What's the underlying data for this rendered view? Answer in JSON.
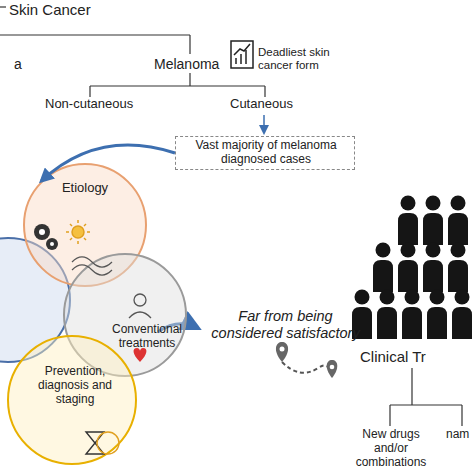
{
  "diagram": {
    "nodes": [
      {
        "text": [
          "Vast majority of melanoma diagnosed cases"
        ]
      },
      {
        "text": [
          "Etiology"
        ]
      },
      {
        "text": [
          "Conventional treatments"
        ]
      },
      {
        "text": [
          "Prevention, diagnosis and staging"
        ]
      }
    ],
    "edges": [
      {
        "from": 0,
        "to": 1,
        "arrow": "to"
      }
    ],
    "labels": [
      "Skin Cancer",
      "a",
      "Melanoma",
      "Deadliest skin cancer form",
      "Non-cutaneous",
      "Cutaneous",
      "Far from being considered satisfactory",
      "Clinical Tr",
      "New drugs and/or combinations",
      "nam"
    ]
  }
}
